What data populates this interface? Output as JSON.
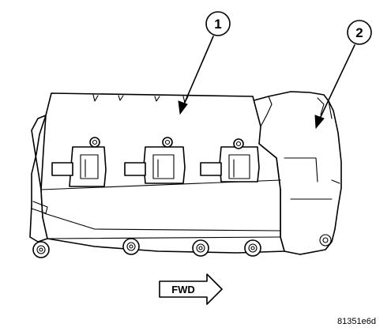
{
  "callouts": [
    {
      "label": "1"
    },
    {
      "label": "2"
    }
  ],
  "direction_arrow": {
    "label": "FWD"
  },
  "figure_id": "81351e6d"
}
